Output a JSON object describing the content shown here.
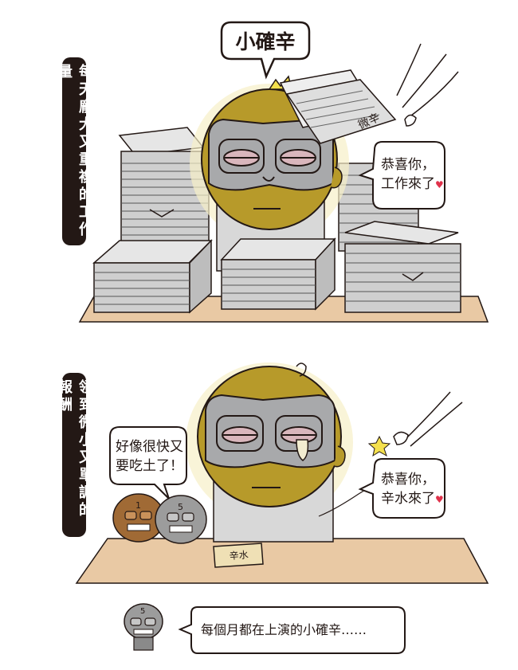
{
  "panel1": {
    "side_label": "每天龐大又重複的工作量",
    "title_bubble": "小確辛",
    "paper_note": "微辛",
    "speech_line1": "恭喜你，",
    "speech_line2": "工作來了",
    "heart": "♥"
  },
  "panel2": {
    "side_label": "領到微小又單調的報酬",
    "left_speech_line1": "好像很快又",
    "left_speech_line2": "要吃土了！",
    "right_speech_line1": "恭喜你，",
    "right_speech_line2": "辛水來了",
    "heart": "♥",
    "envelope_text": "辛水",
    "coin_left_number": "1",
    "coin_right_number": "5"
  },
  "footer": {
    "speech": "每個月都在上演的小確辛……",
    "character_number": "5"
  },
  "colors": {
    "ink": "#231815",
    "face_yellow": "#b79a2a",
    "face_glow": "#f3e8a8",
    "mask_gray": "#a8a9ab",
    "paper_gray": "#d6d6d6",
    "desk_tan": "#e9c9a4",
    "eye_pink": "#d9b6bc",
    "coin_brown": "#a06a35"
  }
}
